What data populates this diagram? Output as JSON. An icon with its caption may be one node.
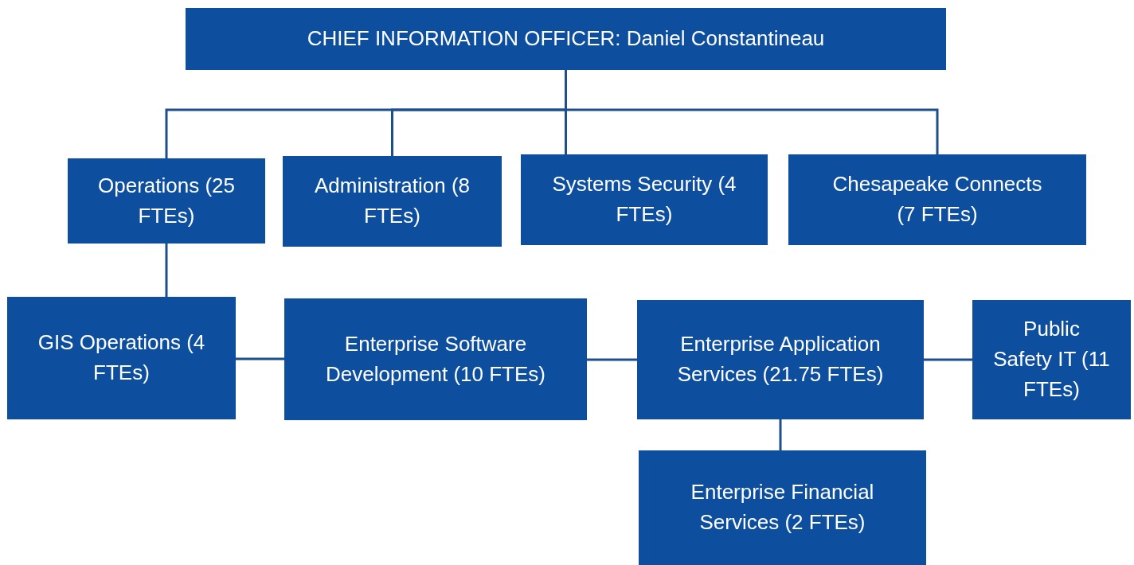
{
  "diagram": {
    "nodes": [
      {
        "text": [
          "CHIEF INFORMATION OFFICER: Daniel Constantineau"
        ]
      },
      {
        "text": [
          "Operations (25 FTEs)"
        ]
      },
      {
        "text": [
          "Administration (8 FTEs)"
        ]
      },
      {
        "text": [
          "Systems Security (4 FTEs)"
        ]
      },
      {
        "text": [
          "Chesapeake Connects (7 FTEs)"
        ]
      },
      {
        "text": [
          "GIS Operations (4 FTEs)"
        ]
      },
      {
        "text": [
          "Enterprise Software Development (10 FTEs)"
        ]
      },
      {
        "text": [
          "Enterprise Application Services (21.75 FTEs)"
        ]
      },
      {
        "text": [
          "Public Safety IT (11 FTEs)"
        ]
      },
      {
        "text": [
          "Enterprise Financial Services (2 FTEs)"
        ]
      }
    ],
    "edges": [
      {
        "from": 0,
        "to": 1,
        "arrow": "none"
      },
      {
        "from": 0,
        "to": 2,
        "arrow": "none"
      },
      {
        "from": 0,
        "to": 3,
        "arrow": "none"
      },
      {
        "from": 0,
        "to": 4,
        "arrow": "none"
      },
      {
        "from": 1,
        "to": 5,
        "arrow": "none"
      },
      {
        "from": 5,
        "to": 6,
        "arrow": "none"
      },
      {
        "from": 6,
        "to": 7,
        "arrow": "none"
      },
      {
        "from": 7,
        "to": 8,
        "arrow": "none"
      },
      {
        "from": 7,
        "to": 9,
        "arrow": "none"
      }
    ]
  }
}
